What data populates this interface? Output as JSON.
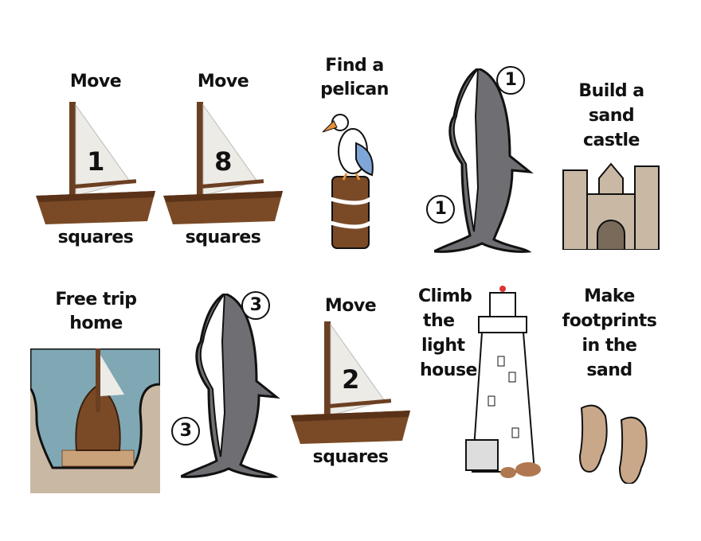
{
  "cards": [
    {
      "top": "Move",
      "number": "1",
      "bottom": "squares"
    },
    {
      "top": "Move",
      "number": "8",
      "bottom": "squares"
    },
    {
      "text_lines": [
        "Find a",
        "pelican"
      ]
    },
    {
      "shark_number": "1"
    },
    {
      "text_lines": [
        "Build a",
        "sand",
        "castle"
      ]
    },
    {
      "text_lines": [
        "Free trip",
        "home"
      ]
    },
    {
      "shark_number": "3"
    },
    {
      "top": "Move",
      "number": "2",
      "bottom": "squares"
    },
    {
      "text_lines": [
        "Climb",
        "the",
        "light",
        "house"
      ]
    },
    {
      "text_lines": [
        "Make",
        "footprints",
        "in the",
        "sand"
      ]
    }
  ],
  "colors": {
    "wood": "#7a4a26",
    "sail": "#ecebe6",
    "shark": "#6f6f73",
    "sand": "#c9b8a4",
    "water": "#7fa8b4"
  }
}
